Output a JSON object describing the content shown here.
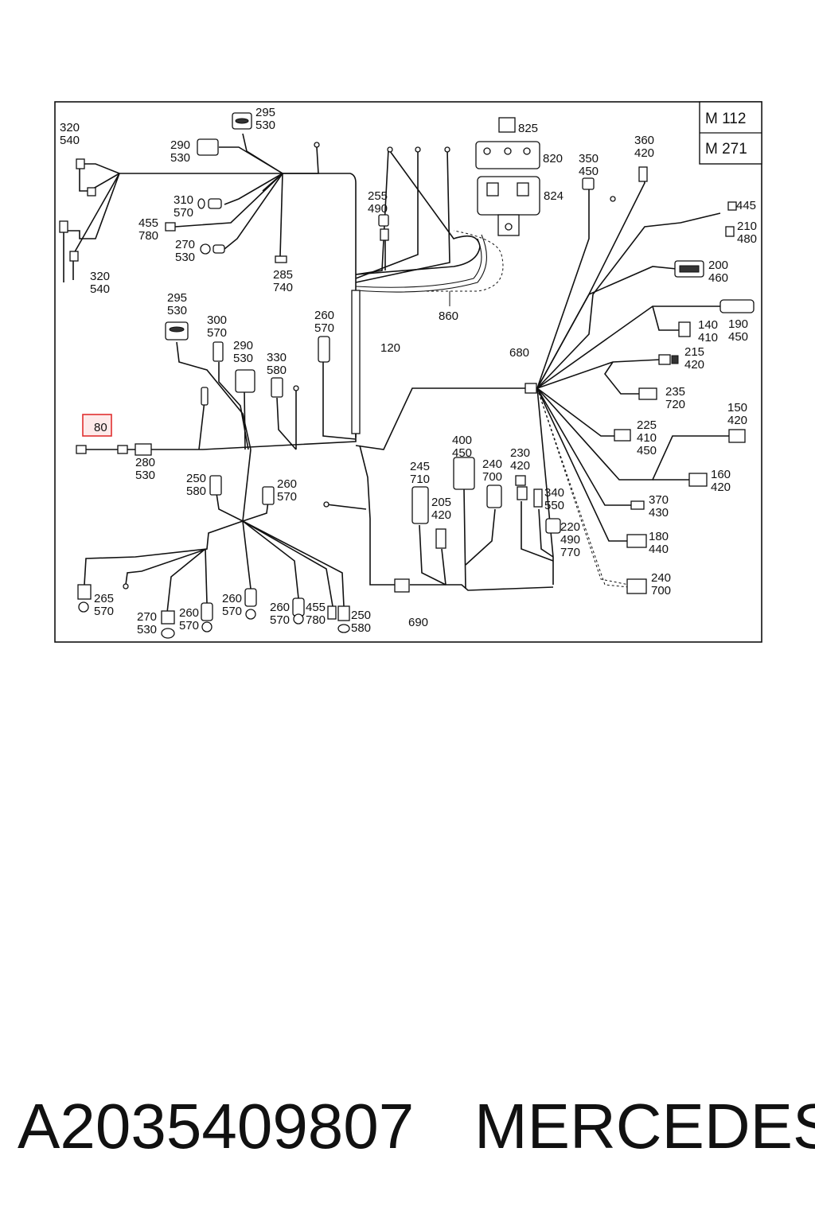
{
  "engine_badges": [
    "M 112",
    "M 271"
  ],
  "highlight": {
    "label": "80",
    "color": "#e03030"
  },
  "callouts": [
    {
      "id": "c-320-540-top",
      "lines": [
        "320",
        "540"
      ]
    },
    {
      "id": "c-295-530-top",
      "lines": [
        "295",
        "530"
      ]
    },
    {
      "id": "c-290-530-top",
      "lines": [
        "290",
        "530"
      ]
    },
    {
      "id": "c-310-570",
      "lines": [
        "310",
        "570"
      ]
    },
    {
      "id": "c-455-780-top",
      "lines": [
        "455",
        "780"
      ]
    },
    {
      "id": "c-270-530-top",
      "lines": [
        "270",
        "530"
      ]
    },
    {
      "id": "c-285-740",
      "lines": [
        "285",
        "740"
      ]
    },
    {
      "id": "c-320-540-bottom",
      "lines": [
        "320",
        "540"
      ]
    },
    {
      "id": "c-255-490",
      "lines": [
        "255",
        "490"
      ]
    },
    {
      "id": "c-825",
      "lines": [
        "825"
      ]
    },
    {
      "id": "c-820",
      "lines": [
        "820"
      ]
    },
    {
      "id": "c-824",
      "lines": [
        "824"
      ]
    },
    {
      "id": "c-350-450",
      "lines": [
        "350",
        "450"
      ]
    },
    {
      "id": "c-360-420",
      "lines": [
        "360",
        "420"
      ]
    },
    {
      "id": "c-445",
      "lines": [
        "445"
      ]
    },
    {
      "id": "c-210-480",
      "lines": [
        "210",
        "480"
      ]
    },
    {
      "id": "c-200-460",
      "lines": [
        "200",
        "460"
      ]
    },
    {
      "id": "c-860",
      "lines": [
        "860"
      ]
    },
    {
      "id": "c-295-530-mid",
      "lines": [
        "295",
        "530"
      ]
    },
    {
      "id": "c-300-570",
      "lines": [
        "300",
        "570"
      ]
    },
    {
      "id": "c-290-530-mid",
      "lines": [
        "290",
        "530"
      ]
    },
    {
      "id": "c-330-580",
      "lines": [
        "330",
        "580"
      ]
    },
    {
      "id": "c-260-570-mid",
      "lines": [
        "260",
        "570"
      ]
    },
    {
      "id": "c-120",
      "lines": [
        "120"
      ]
    },
    {
      "id": "c-680",
      "lines": [
        "680"
      ]
    },
    {
      "id": "c-190-450",
      "lines": [
        "190",
        "450"
      ]
    },
    {
      "id": "c-140-410",
      "lines": [
        "140",
        "410"
      ]
    },
    {
      "id": "c-215-420",
      "lines": [
        "215",
        "420"
      ]
    },
    {
      "id": "c-235-720",
      "lines": [
        "235",
        "720"
      ]
    },
    {
      "id": "c-150-420",
      "lines": [
        "150",
        "420"
      ]
    },
    {
      "id": "c-225-410-450",
      "lines": [
        "225",
        "410",
        "450"
      ]
    },
    {
      "id": "c-160-420",
      "lines": [
        "160",
        "420"
      ]
    },
    {
      "id": "c-280-530",
      "lines": [
        "280",
        "530"
      ]
    },
    {
      "id": "c-250-580-left",
      "lines": [
        "250",
        "580"
      ]
    },
    {
      "id": "c-260-570-left",
      "lines": [
        "260",
        "570"
      ]
    },
    {
      "id": "c-400-450",
      "lines": [
        "400",
        "450"
      ]
    },
    {
      "id": "c-245-710",
      "lines": [
        "245",
        "710"
      ]
    },
    {
      "id": "c-240-700-mid",
      "lines": [
        "240",
        "700"
      ]
    },
    {
      "id": "c-230-420",
      "lines": [
        "230",
        "420"
      ]
    },
    {
      "id": "c-205-420",
      "lines": [
        "205",
        "420"
      ]
    },
    {
      "id": "c-340-550",
      "lines": [
        "340",
        "550"
      ]
    },
    {
      "id": "c-370-430",
      "lines": [
        "370",
        "430"
      ]
    },
    {
      "id": "c-220-490-770",
      "lines": [
        "220",
        "490",
        "770"
      ]
    },
    {
      "id": "c-180-440",
      "lines": [
        "180",
        "440"
      ]
    },
    {
      "id": "c-240-700-right",
      "lines": [
        "240",
        "700"
      ]
    },
    {
      "id": "c-690",
      "lines": [
        "690"
      ]
    },
    {
      "id": "c-265-570",
      "lines": [
        "265",
        "570"
      ]
    },
    {
      "id": "c-270-530-bottom",
      "lines": [
        "270",
        "530"
      ]
    },
    {
      "id": "c-260-570-b1",
      "lines": [
        "260",
        "570"
      ]
    },
    {
      "id": "c-260-570-b2",
      "lines": [
        "260",
        "570"
      ]
    },
    {
      "id": "c-260-570-b3",
      "lines": [
        "260",
        "570"
      ]
    },
    {
      "id": "c-455-780-bottom",
      "lines": [
        "455",
        "780"
      ]
    },
    {
      "id": "c-250-580-bottom",
      "lines": [
        "250",
        "580"
      ]
    }
  ],
  "footer": {
    "part_number": "A2035409807",
    "brand": "MERCEDES"
  }
}
